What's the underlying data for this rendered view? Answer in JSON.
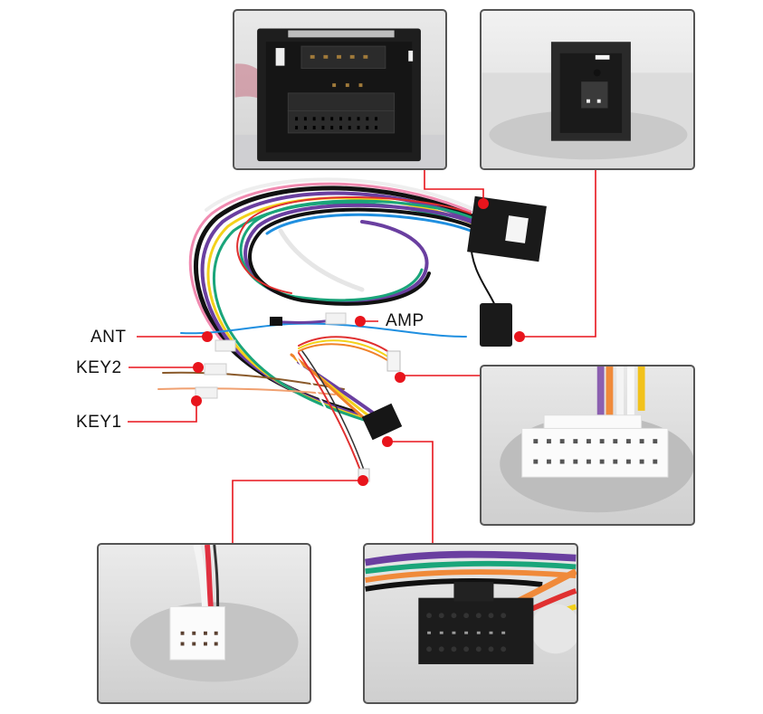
{
  "labels": {
    "ant": "ANT",
    "key2": "KEY2",
    "key1": "KEY1",
    "amp": "AMP"
  },
  "panels": [
    {
      "id": "main-harness-connector",
      "description_icon": "black-multipin-connector"
    },
    {
      "id": "small-black-connector",
      "description_icon": "black-small-connector"
    },
    {
      "id": "white-20pin-connector",
      "description_icon": "white-20pin-connector"
    },
    {
      "id": "white-8pin-connector",
      "description_icon": "white-8pin-connector"
    },
    {
      "id": "black-16pin-connector",
      "description_icon": "black-16pin-connector"
    }
  ],
  "colors": {
    "callout": "#e8141c",
    "panel_border": "#555555",
    "wire_colors": [
      "#111111",
      "#6a3fa0",
      "#1f8fe0",
      "#f3d11b",
      "#1aa57a",
      "#ffffff",
      "#e03030",
      "#f08ab0",
      "#f0822a",
      "#8a5a2b"
    ]
  }
}
